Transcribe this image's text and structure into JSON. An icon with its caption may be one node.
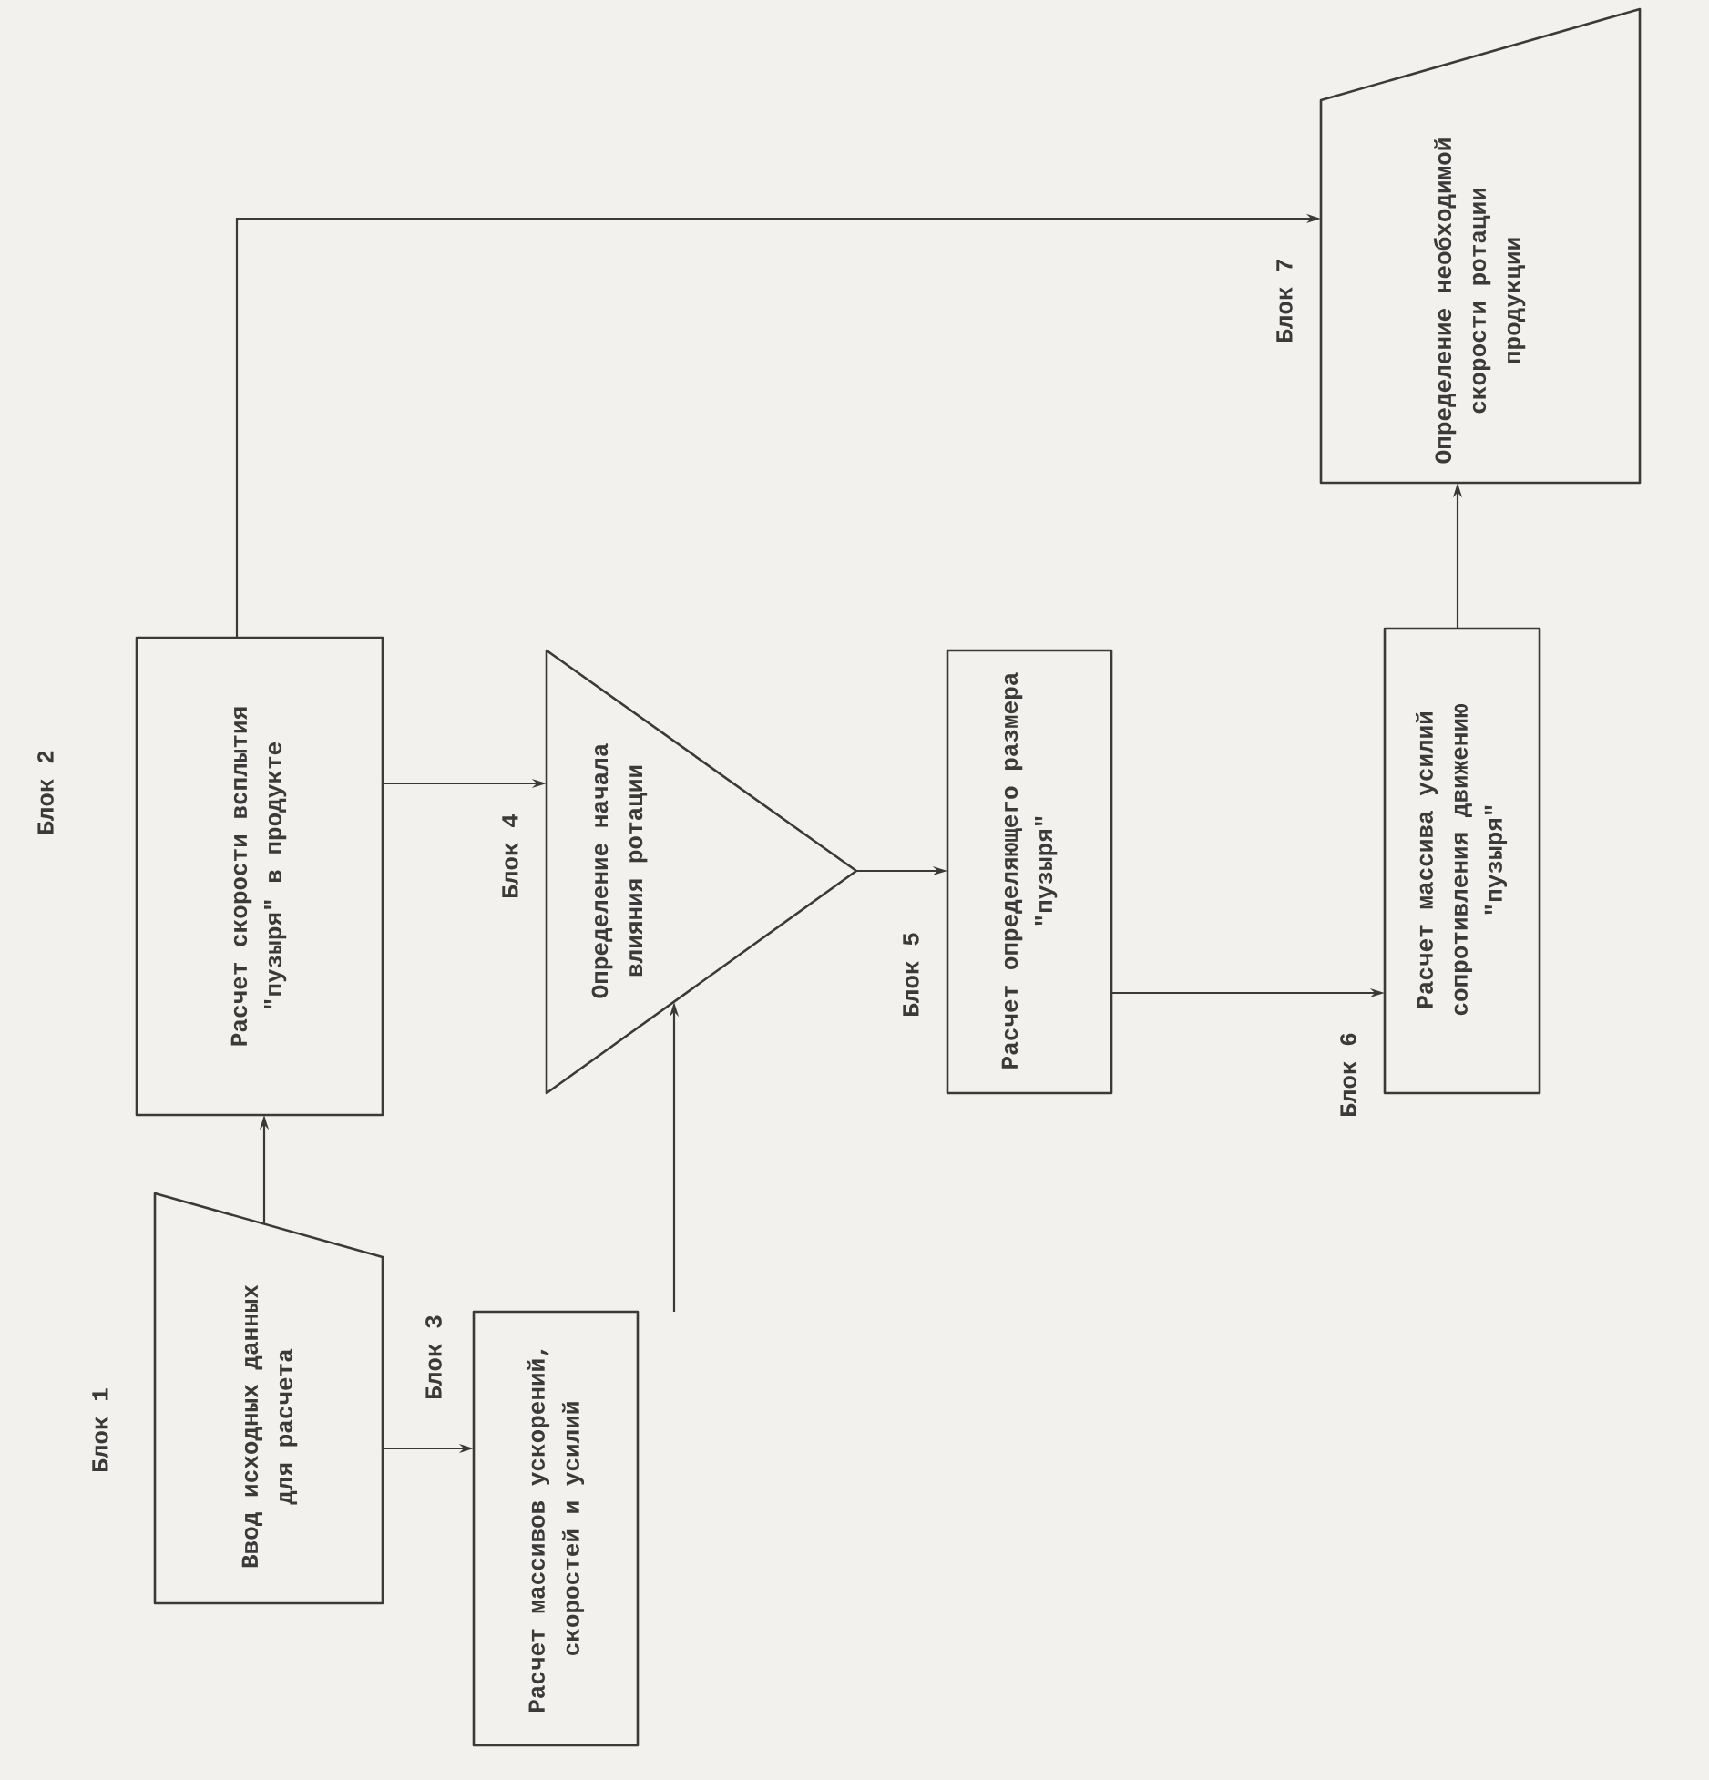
{
  "diagram": {
    "nodes": [
      {
        "text": [
          "Ввод исходных данных для расчета"
        ],
        "beside": [
          "Блок 1"
        ]
      },
      {
        "text": [
          "Расчет скорости всплытия \"пузыря\" в продукте"
        ],
        "beside": [
          "Блок 2"
        ]
      },
      {
        "text": [
          "Расчет массивов ускорений, скоростей и усилий"
        ],
        "beside": [
          "Блок 3"
        ]
      },
      {
        "text": [
          "Определение начала влияния ротации"
        ],
        "beside": [
          "Блок 4"
        ]
      },
      {
        "text": [
          "Расчет определяющего размера \"пузыря\""
        ],
        "beside": [
          "Блок 5"
        ]
      },
      {
        "text": [
          "Расчет массива усилий сопротивления движению \"пузыря\""
        ],
        "beside": [
          "Блок 6"
        ]
      },
      {
        "text": [
          "Определение необходимой скорости ротации продукции"
        ],
        "beside": [
          "Блок 7"
        ]
      }
    ],
    "edges": [
      {
        "from": 0,
        "to": 1,
        "arrow": "to"
      },
      {
        "from": 0,
        "to": 2,
        "arrow": "to"
      },
      {
        "from": 1,
        "to": 3,
        "arrow": "to"
      },
      {
        "from": 2,
        "to": 3,
        "arrow": "to"
      },
      {
        "from": 3,
        "to": 4,
        "arrow": "to"
      },
      {
        "from": 4,
        "to": 5,
        "arrow": "to"
      },
      {
        "from": 5,
        "to": 6,
        "arrow": "to"
      },
      {
        "from": 1,
        "to": 6,
        "arrow": "to"
      }
    ]
  }
}
